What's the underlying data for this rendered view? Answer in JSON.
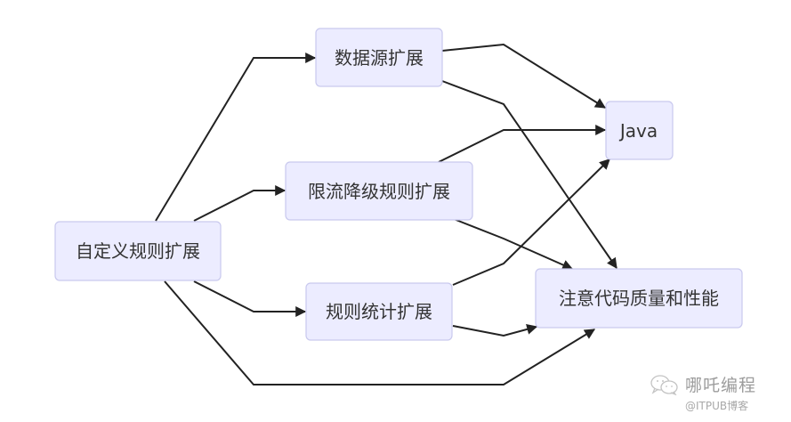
{
  "diagram": {
    "type": "flowchart",
    "direction": "left-to-right",
    "nodes": [
      {
        "id": "custom",
        "label": "自定义规则扩展"
      },
      {
        "id": "datasource",
        "label": "数据源扩展"
      },
      {
        "id": "flow",
        "label": "限流降级规则扩展"
      },
      {
        "id": "stats",
        "label": "规则统计扩展"
      },
      {
        "id": "java",
        "label": "Java"
      },
      {
        "id": "quality",
        "label": "注意代码质量和性能"
      }
    ],
    "edges": [
      {
        "from": "custom",
        "to": "datasource"
      },
      {
        "from": "custom",
        "to": "flow"
      },
      {
        "from": "custom",
        "to": "stats"
      },
      {
        "from": "custom",
        "to": "quality"
      },
      {
        "from": "datasource",
        "to": "java"
      },
      {
        "from": "datasource",
        "to": "quality"
      },
      {
        "from": "flow",
        "to": "java"
      },
      {
        "from": "flow",
        "to": "quality"
      },
      {
        "from": "stats",
        "to": "java"
      },
      {
        "from": "stats",
        "to": "quality"
      }
    ],
    "colors": {
      "node_fill": "#ececff",
      "node_border": "#c9c9ee",
      "edge": "#222222",
      "text": "#333333"
    }
  },
  "watermark": {
    "icon": "wechat-icon",
    "title": "哪吒编程",
    "subtitle": "@ITPUB博客"
  }
}
